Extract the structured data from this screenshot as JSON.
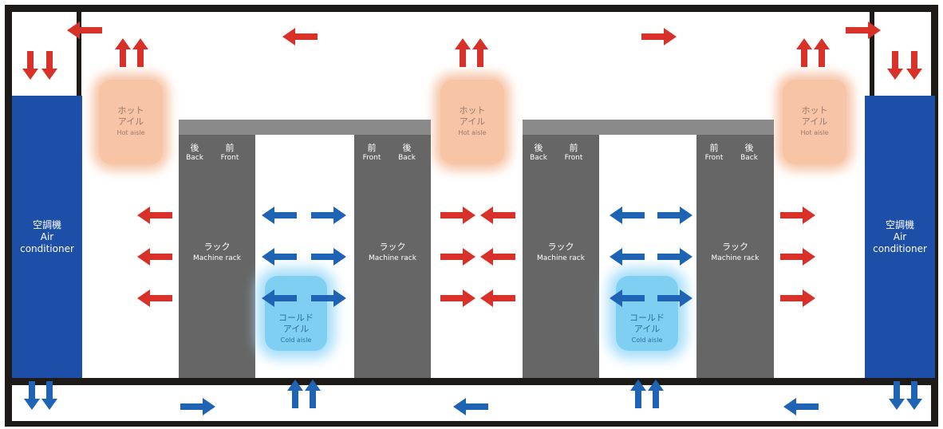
{
  "colors": {
    "frame": "#1e1a18",
    "air_conditioner": "#1d4fa8",
    "rack": "#666666",
    "rack_roof": "#8a8a8a",
    "hot_aisle": "#f7c4a6",
    "cold_aisle": "#7ecff2",
    "hot_air": "#d7312a",
    "cold_air": "#1f63b4"
  },
  "air_conditioner": {
    "ja": "空調機",
    "en1": "Air",
    "en2": "conditioner"
  },
  "hot_aisle": {
    "ja1": "ホット",
    "ja2": "アイル",
    "en": "Hot aisle"
  },
  "cold_aisle": {
    "ja1": "コールド",
    "ja2": "アイル",
    "en": "Cold aisle"
  },
  "rack": {
    "ja": "ラック",
    "en": "Machine rack"
  },
  "rack_side": {
    "back_ja": "後",
    "back_en": "Back",
    "front_ja": "前",
    "front_en": "Front"
  },
  "icons": {
    "hot_arrow": "arrow-icon-red",
    "cold_arrow": "arrow-icon-blue"
  }
}
